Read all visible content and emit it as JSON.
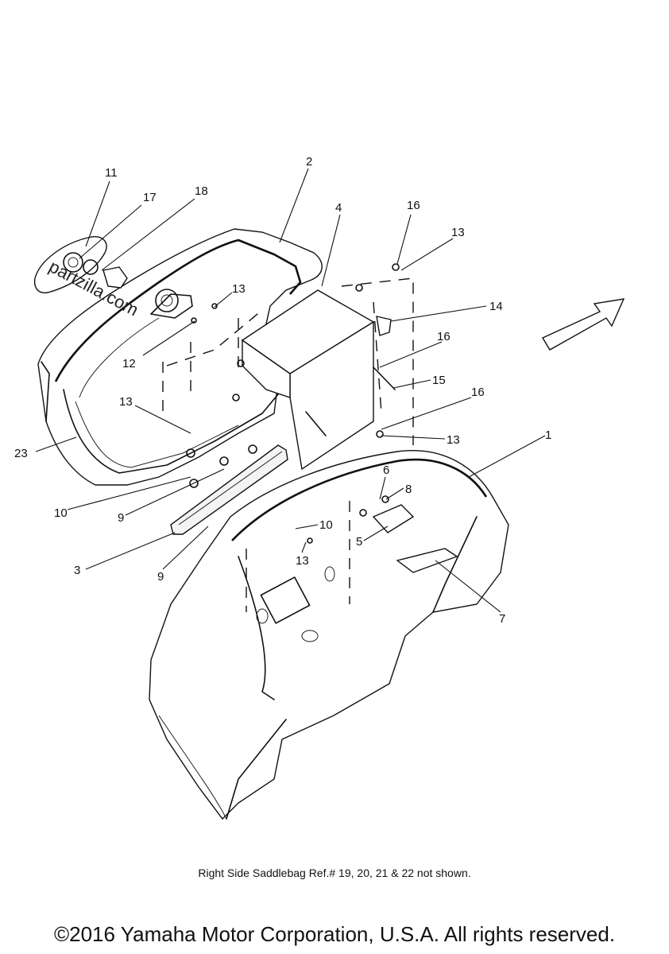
{
  "watermark": "partzilla.com",
  "callouts": {
    "c1": "1",
    "c2": "2",
    "c3": "3",
    "c4": "4",
    "c5": "5",
    "c6": "6",
    "c7": "7",
    "c8": "8",
    "c9a": "9",
    "c9b": "9",
    "c10a": "10",
    "c10b": "10",
    "c11": "11",
    "c12": "12",
    "c13a": "13",
    "c13b": "13",
    "c13c": "13",
    "c13d": "13",
    "c13e": "13",
    "c14": "14",
    "c15": "15",
    "c16a": "16",
    "c16b": "16",
    "c16c": "16",
    "c17": "17",
    "c18": "18",
    "c23": "23"
  },
  "caption": "Right Side Saddlebag Ref.# 19, 20, 21 & 22 not shown.",
  "copyright": "©2016 Yamaha Motor Corporation, U.S.A. All rights reserved."
}
